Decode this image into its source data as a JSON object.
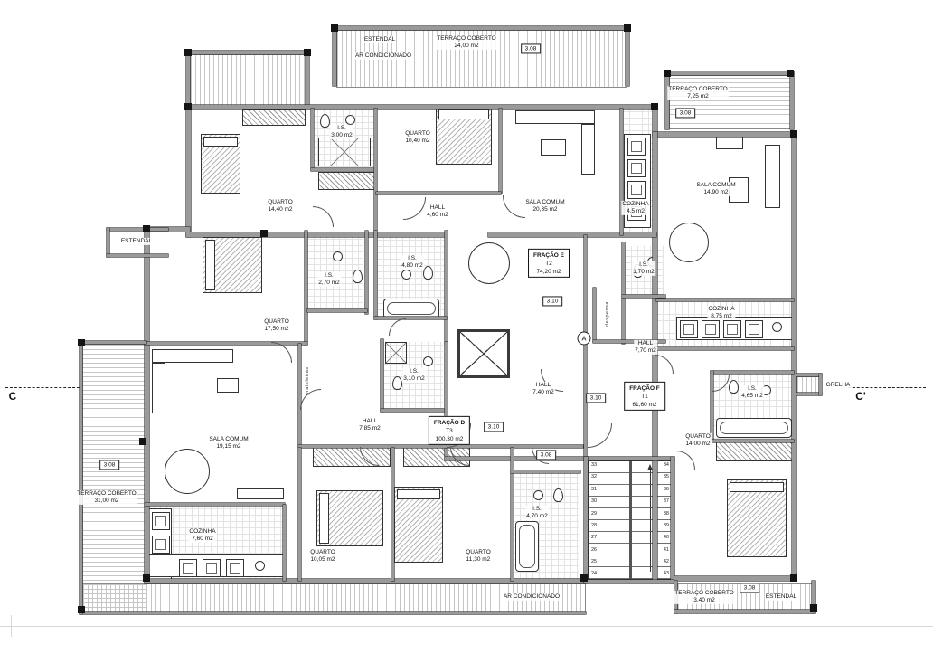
{
  "section": {
    "left": "C",
    "right": "C'"
  },
  "core": {
    "marker": "A"
  },
  "grelha": {
    "label": "GRELHA"
  },
  "units": {
    "d": {
      "name": "FRAÇÃO D",
      "type": "T3",
      "area": "100,30 m2"
    },
    "e": {
      "name": "FRAÇÃO E",
      "type": "T2",
      "area": "74,20 m2"
    },
    "f": {
      "name": "FRAÇÃO F",
      "type": "T1",
      "area": "61,60 m2"
    }
  },
  "rooms": {
    "quarto_a": {
      "name": "QUARTO",
      "area": "14,40 m2"
    },
    "quarto_b": {
      "name": "QUARTO",
      "area": "10,40 m2"
    },
    "quarto_c": {
      "name": "QUARTO",
      "area": "17,50 m2"
    },
    "quarto_d": {
      "name": "QUARTO",
      "area": "10,05 m2"
    },
    "quarto_e": {
      "name": "QUARTO",
      "area": "11,30 m2"
    },
    "quarto_f": {
      "name": "QUARTO",
      "area": "14,00 m2"
    },
    "sala_a": {
      "name": "SALA COMUM",
      "area": "20,35 m2"
    },
    "sala_b": {
      "name": "SALA COMUM",
      "area": "14,90 m2"
    },
    "sala_c": {
      "name": "SALA COMUM",
      "area": "19,15 m2"
    },
    "cozinha_a": {
      "name": "COZINHA",
      "area": "4,5 m2"
    },
    "cozinha_b": {
      "name": "COZINHA",
      "area": "8,75 m2"
    },
    "cozinha_c": {
      "name": "COZINHA",
      "area": "7,60 m2"
    },
    "hall_a": {
      "name": "HALL",
      "area": "4,60 m2"
    },
    "hall_b": {
      "name": "HALL",
      "area": "7,70 m2"
    },
    "hall_c": {
      "name": "HALL",
      "area": "7,40 m2"
    },
    "hall_d": {
      "name": "HALL",
      "area": "7,85 m2"
    },
    "is_a": {
      "name": "I.S.",
      "area": "3,00 m2"
    },
    "is_b": {
      "name": "I.S.",
      "area": "1,70 m2"
    },
    "is_c": {
      "name": "I.S.",
      "area": "2,70 m2"
    },
    "is_d": {
      "name": "I.S.",
      "area": "4,80 m2"
    },
    "is_e": {
      "name": "I.S.",
      "area": "3,10 m2"
    },
    "is_f": {
      "name": "I.S.",
      "area": "4,70 m2"
    },
    "is_g": {
      "name": "I.S.",
      "area": "4,65 m2"
    }
  },
  "terraces": {
    "top": {
      "name": "TERRAÇO COBERTO",
      "area": "24,00 m2",
      "code": "3.08"
    },
    "top_right": {
      "name": "TERRAÇO COBERTO",
      "area": "7,25 m2",
      "code": "3.08"
    },
    "left": {
      "name": "TERRAÇO COBERTO",
      "area": "31,00 m2",
      "code": "3.08"
    },
    "bottom_right": {
      "name": "TERRAÇO COBERTO",
      "area": "3,40 m2",
      "code": "3.08"
    }
  },
  "codes": {
    "c1": "3.10",
    "c2": "3.10",
    "c3": "3.10",
    "c4": "3.08"
  },
  "annotations": {
    "estendal_top": "ESTENDAL",
    "estendal_left": "ESTENDAL",
    "estendal_bottom_right": "ESTENDAL",
    "ar_cond_top": "AR CONDICIONADO",
    "ar_cond_bottom": "AR CONDICIONADO",
    "despensa": "despensa",
    "prateleiras": "prateleiras"
  },
  "stairs": {
    "left_numbers": [
      "33",
      "32",
      "31",
      "30",
      "29",
      "28",
      "27",
      "26",
      "25",
      "24"
    ],
    "right_numbers": [
      "34",
      "35",
      "36",
      "37",
      "38",
      "39",
      "40",
      "41",
      "42",
      "43"
    ]
  }
}
